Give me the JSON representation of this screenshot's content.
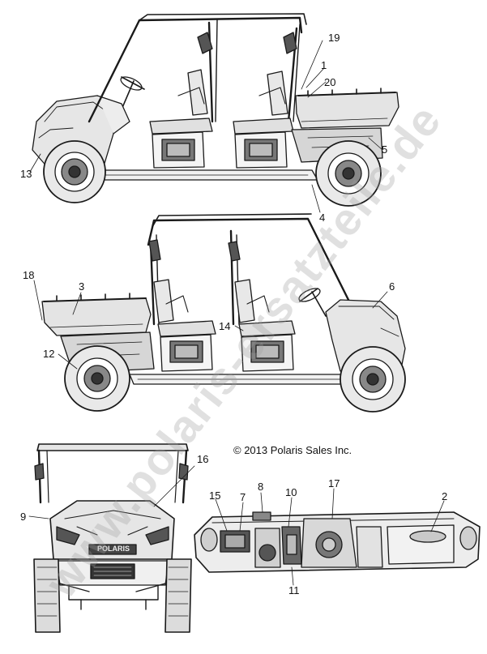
{
  "copyright": "© 2013 Polaris Sales Inc.",
  "watermark": "www.polaris-ersatzteile.de",
  "callouts": {
    "c19": "19",
    "c1": "1",
    "c20": "20",
    "c5": "5",
    "c13": "13",
    "c4": "4",
    "c18": "18",
    "c3": "3",
    "c6": "6",
    "c14": "14",
    "c12": "12",
    "c16": "16",
    "c9": "9",
    "c15": "15",
    "c7": "7",
    "c8": "8",
    "c10": "10",
    "c17": "17",
    "c2": "2",
    "c11": "11"
  },
  "front_grille_logo": "POLARIS",
  "colors": {
    "line": "#1a1a1a",
    "watermark": "#a0a0a0",
    "background": "#ffffff"
  }
}
